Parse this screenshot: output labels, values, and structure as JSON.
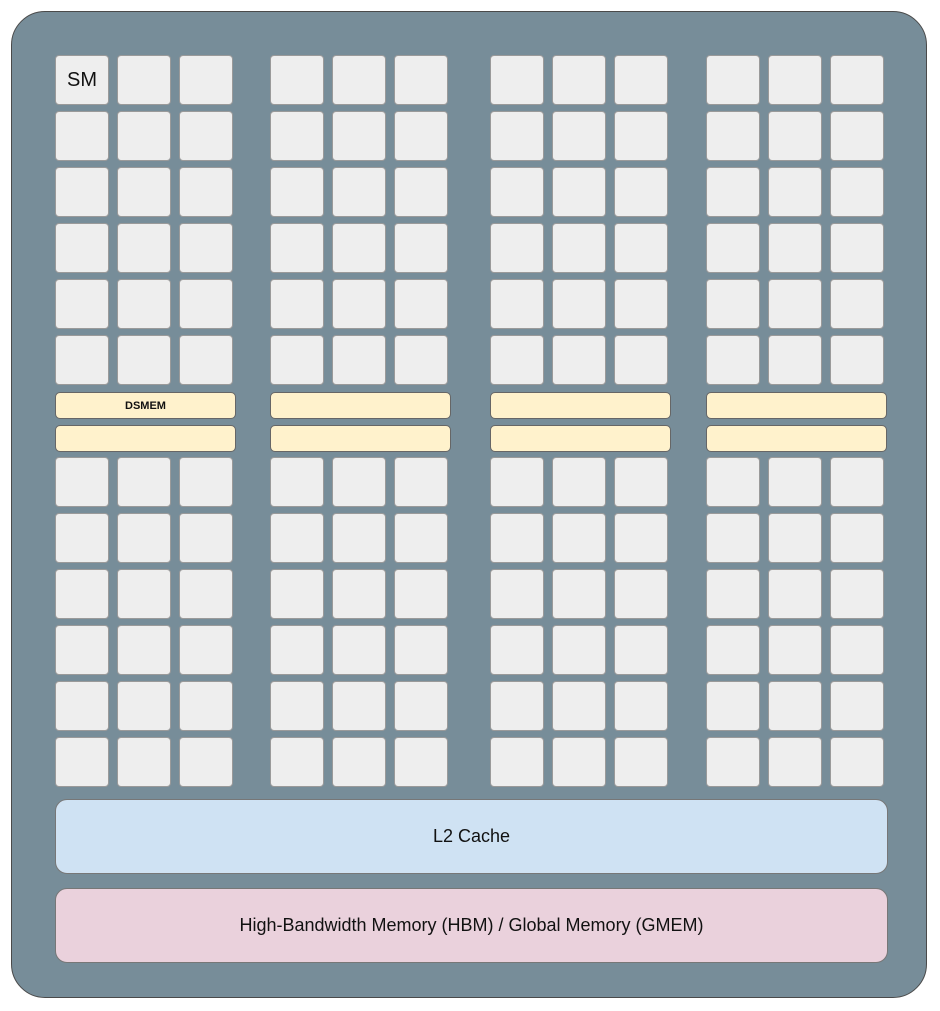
{
  "sm_label": "SM",
  "dsmem_label": "DSMEM",
  "l2_label": "L2 Cache",
  "hbm_label": "High-Bandwidth Memory (HBM) / Global Memory (GMEM)",
  "colors": {
    "die": "#778d99",
    "sm": "#eeeeee",
    "dsmem": "#fff2cc",
    "l2": "#cfe2f3",
    "hbm": "#ead1dc"
  }
}
